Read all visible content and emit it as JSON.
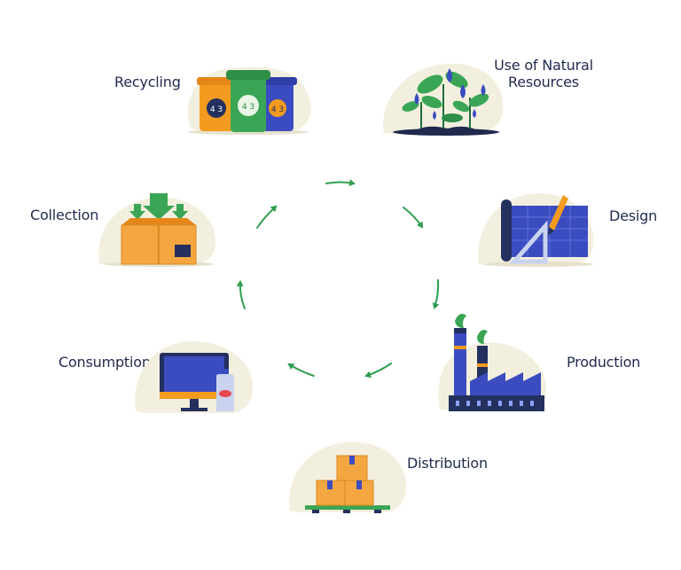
{
  "diagram": {
    "stages": [
      {
        "id": "natural",
        "label_line1": "Use of Natural",
        "label_line2": "Resources"
      },
      {
        "id": "design",
        "label": "Design"
      },
      {
        "id": "production",
        "label": "Production"
      },
      {
        "id": "distribution",
        "label": "Distribution"
      },
      {
        "id": "consumption",
        "label": "Consumption"
      },
      {
        "id": "collection",
        "label": "Collection"
      },
      {
        "id": "recycling",
        "label": "Recycling"
      }
    ],
    "bin_symbols": [
      "4 3",
      "4 3",
      "4 3"
    ],
    "colors": {
      "arrow": "#2f9e4f",
      "blob": "#f3efdf",
      "text": "#1f2a4d",
      "navy": "#24305e",
      "blue": "#3b4cc0",
      "green": "#3aa655",
      "orange": "#f29b1f",
      "box": "#f4a640"
    }
  }
}
